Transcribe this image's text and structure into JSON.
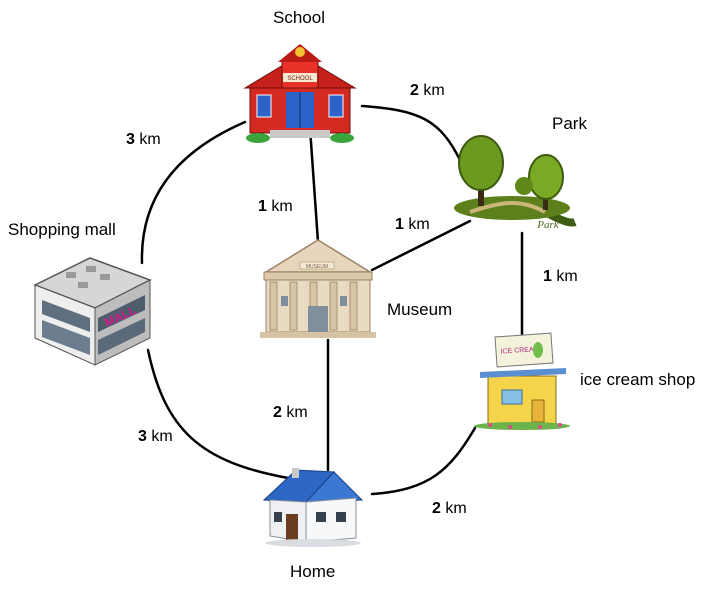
{
  "places": {
    "school": "School",
    "park": "Park",
    "shopping_mall": "Shopping mall",
    "museum": "Museum",
    "ice_cream_shop": "ice cream shop",
    "home": "Home"
  },
  "signs": {
    "school_sign": "SCHOOL",
    "mall_sign": "MALL",
    "museum_sign": "MUSEUM",
    "park_sign": "Park",
    "ice_sign": "ICE CREAM"
  },
  "routes": {
    "school_park": {
      "num": "2",
      "unit": " km"
    },
    "school_mall": {
      "num": "3",
      "unit": " km"
    },
    "school_museum": {
      "num": "1",
      "unit": " km"
    },
    "park_museum": {
      "num": "1",
      "unit": " km"
    },
    "park_icecream": {
      "num": "1",
      "unit": " km"
    },
    "mall_home": {
      "num": "3",
      "unit": " km"
    },
    "museum_home": {
      "num": "2",
      "unit": " km"
    },
    "icecream_home": {
      "num": "2",
      "unit": " km"
    }
  }
}
